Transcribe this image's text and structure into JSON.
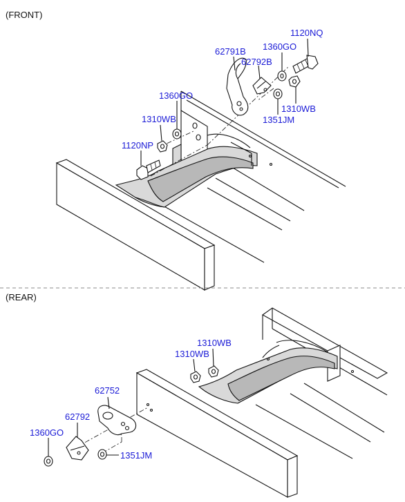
{
  "sections": {
    "front": "(FRONT)",
    "rear": "(REAR)"
  },
  "front_labels": {
    "bolt_upper": "1120NQ",
    "washer_upper": "1360GO",
    "hook": "62791B",
    "bracket": "62792B",
    "washer_left": "1360GO",
    "nut_left": "1310WB",
    "nut_right": "1310WB",
    "pin": "1351JM",
    "bolt_left": "1120NP"
  },
  "rear_labels": {
    "nut_a": "1310WB",
    "nut_b": "1310WB",
    "hook": "62752",
    "bracket": "62792",
    "washer": "1360GO",
    "pin": "1351JM"
  },
  "colors": {
    "label": "#1a1ad6",
    "line": "#111111",
    "divider": "#888888"
  }
}
